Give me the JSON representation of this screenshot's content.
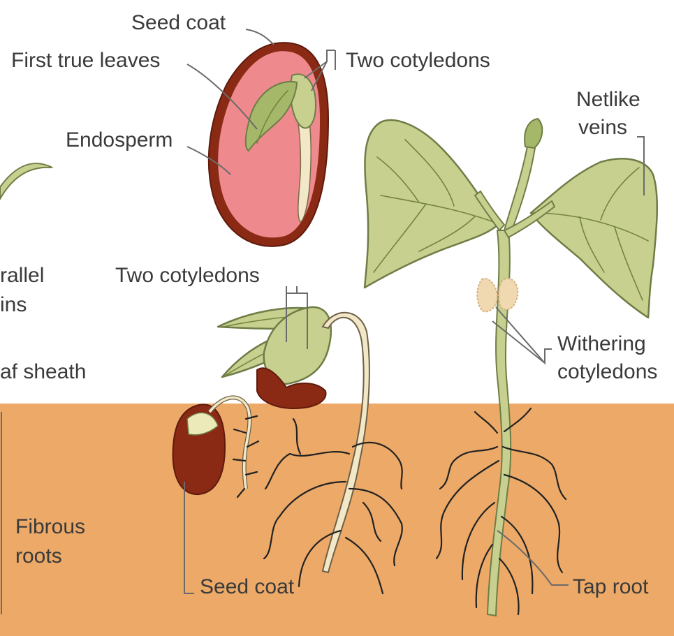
{
  "colors": {
    "soil": "#eca968",
    "seed_coat": "#8a2a14",
    "endosperm": "#ee8a8e",
    "leaf": "#c8d08f",
    "leaf_outline": "#6e7d46",
    "root": "#222222",
    "label": "#3a3a3a"
  },
  "labels": {
    "seed_coat_top": "Seed coat",
    "first_true_leaves": "First true leaves",
    "two_cotyledons_top": "Two cotyledons",
    "endosperm": "Endosperm",
    "netlike_veins_line1": "Netlike",
    "netlike_veins_line2": "veins",
    "parallel_veins_line1": "rallel",
    "parallel_veins_line2": "ins",
    "two_cotyledons_mid": "Two cotyledons",
    "withering_line1": "Withering",
    "withering_line2": "cotyledons",
    "leaf_sheath": "af sheath",
    "fibrous_line1": "Fibrous",
    "fibrous_line2": "roots",
    "seed_coat_bottom": "Seed coat",
    "tap_root": "Tap root"
  }
}
